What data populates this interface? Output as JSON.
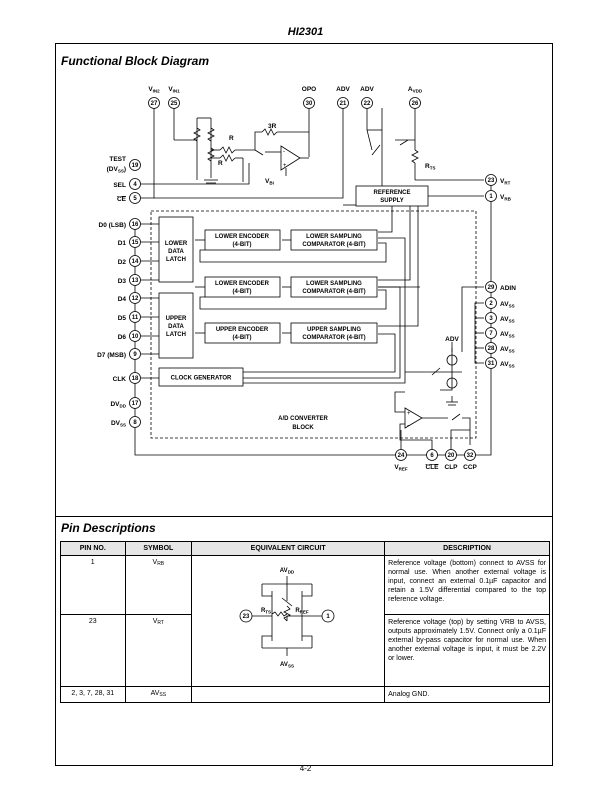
{
  "page": {
    "header": "HI2301",
    "footer": "4-2"
  },
  "block_diagram": {
    "title": "Functional Block Diagram",
    "top_pins": [
      {
        "num": "27",
        "label": "V",
        "sub": "IN2"
      },
      {
        "num": "25",
        "label": "V",
        "sub": "IN1"
      },
      {
        "num": "30",
        "label": "OPO",
        "sub": ""
      },
      {
        "num": "21",
        "label": "ADV",
        "sub": ""
      },
      {
        "num": "22",
        "label": "ADV",
        "sub": ""
      },
      {
        "num": "26",
        "label": "A",
        "sub": "VDD"
      }
    ],
    "left_pins": [
      {
        "num": "19",
        "label": "TEST",
        "label2": "(DV",
        "sub2": "SS",
        "after2": ")"
      },
      {
        "num": "4",
        "label": "SEL"
      },
      {
        "num": "5",
        "label": "CE"
      },
      {
        "num": "16",
        "label": "D0 (LSB)"
      },
      {
        "num": "15",
        "label": "D1"
      },
      {
        "num": "14",
        "label": "D2"
      },
      {
        "num": "13",
        "label": "D3"
      },
      {
        "num": "12",
        "label": "D4"
      },
      {
        "num": "11",
        "label": "D5"
      },
      {
        "num": "10",
        "label": "D6"
      },
      {
        "num": "9",
        "label": "D7 (MSB)"
      },
      {
        "num": "18",
        "label": "CLK"
      },
      {
        "num": "17",
        "label": "DV",
        "sub": "DD"
      },
      {
        "num": "8",
        "label": "DV",
        "sub": "SS"
      }
    ],
    "right_pins": [
      {
        "num": "23",
        "label": "V",
        "sub": "RT"
      },
      {
        "num": "1",
        "label": "V",
        "sub": "RB"
      },
      {
        "num": "29",
        "label": "ADIN",
        "sub": ""
      },
      {
        "num": "2",
        "label": "AV",
        "sub": "SS"
      },
      {
        "num": "3",
        "label": "AV",
        "sub": "SS"
      },
      {
        "num": "7",
        "label": "AV",
        "sub": "SS"
      },
      {
        "num": "28",
        "label": "AV",
        "sub": "SS"
      },
      {
        "num": "31",
        "label": "AV",
        "sub": "SS"
      }
    ],
    "bottom_pins": [
      {
        "num": "24",
        "label": "V",
        "sub": "REF"
      },
      {
        "num": "6",
        "label": "CLE",
        "sub": ""
      },
      {
        "num": "20",
        "label": "CLP",
        "sub": ""
      },
      {
        "num": "32",
        "label": "CCP",
        "sub": ""
      }
    ],
    "inner_labels": {
      "r": "R",
      "r3": "3R",
      "vbi": "V",
      "vbi_sub": "BI",
      "rts": "R",
      "rts_sub": "TS",
      "adv": "ADV",
      "ref_supply_1": "REFERENCE",
      "ref_supply_2": "SUPPLY",
      "lower_latch": [
        "LOWER",
        "DATA",
        "LATCH"
      ],
      "upper_latch": [
        "UPPER",
        "DATA",
        "LATCH"
      ],
      "enc1": [
        "LOWER ENCODER",
        "(4-BIT)"
      ],
      "enc2": [
        "LOWER ENCODER",
        "(4-BIT)"
      ],
      "enc3": [
        "UPPER ENCODER",
        "(4-BIT)"
      ],
      "cmp1": [
        "LOWER SAMPLING",
        "COMPARATOR (4-BIT)"
      ],
      "cmp2": [
        "LOWER SAMPLING",
        "COMPARATOR (4-BIT)"
      ],
      "cmp3": [
        "UPPER SAMPLING",
        "COMPARATOR (4-BIT)"
      ],
      "clkgen": "CLOCK GENERATOR",
      "adc1": "A/D CONVERTER",
      "adc2": "BLOCK"
    }
  },
  "pin_descriptions": {
    "title": "Pin Descriptions",
    "headers": [
      "PIN NO.",
      "SYMBOL",
      "EQUIVALENT CIRCUIT",
      "DESCRIPTION"
    ],
    "rows": [
      {
        "pin": "1",
        "symbol": "V",
        "symbol_sub": "RB",
        "description": "Reference voltage (bottom) connect to AVSS for normal use. When another external voltage is input, connect an external 0.1µF capacitor and retain a 1.5V differential compared to the top reference voltage."
      },
      {
        "pin": "23",
        "symbol": "V",
        "symbol_sub": "RT",
        "description": "Reference voltage (top) by setting VRB to AVSS, outputs approximately 1.5V. Connect only a 0.1µF external by-pass capacitor for normal use. When another external voltage is input, it must be 2.2V or lower."
      },
      {
        "pin": "2, 3, 7, 28, 31",
        "symbol": "AV",
        "symbol_sub": "SS",
        "description": "Analog GND."
      }
    ],
    "equiv_circuit": {
      "top": "AV",
      "top_sub": "DD",
      "bottom": "AV",
      "bottom_sub": "SS",
      "rts": "R",
      "rts_sub": "TS",
      "rref": "R",
      "rref_sub": "REF",
      "left_pin": "23",
      "right_pin": "1"
    }
  }
}
